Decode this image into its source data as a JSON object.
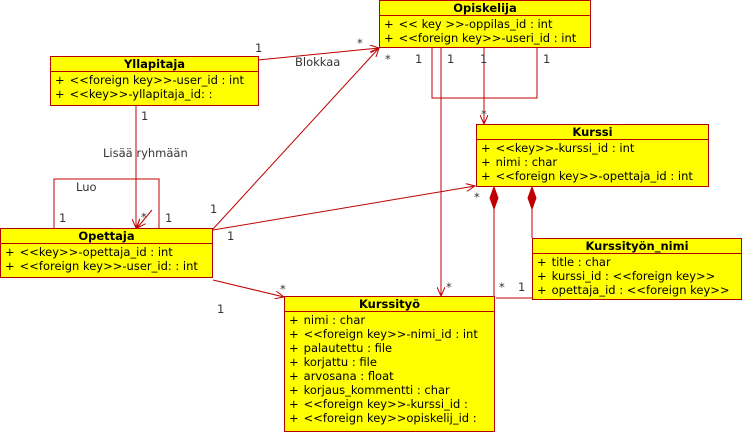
{
  "classes": {
    "opiskelija": {
      "name": "Opiskelija",
      "attributes": [
        "<< key >>-oppilas_id : int",
        "<<foreign key>>-useri_id : int"
      ]
    },
    "yllapitaja": {
      "name": "Yllapitaja",
      "attributes": [
        "<<foreign key>>-user_id : int",
        "<<key>>-yllapitaja_id: :"
      ]
    },
    "kurssi": {
      "name": "Kurssi",
      "attributes": [
        "<<key>>-kurssi_id : int",
        "nimi : char",
        "<<foreign key>>-opettaja_id : int"
      ]
    },
    "opettaja": {
      "name": "Opettaja",
      "attributes": [
        "<<key>>-opettaja_id : int",
        "<<foreign key>>-user_id: : int"
      ]
    },
    "kurssityon_nimi": {
      "name": "Kurssityön_nimi",
      "attributes": [
        "title : char",
        "kurssi_id : <<foreign key>>",
        "opettaja_id : <<foreign key>>"
      ]
    },
    "kurssityo": {
      "name": "Kurssityö",
      "attributes": [
        "nimi : char",
        "<<foreign key>>-nimi_id : int",
        "palautettu : file",
        "korjattu : file",
        "arvosana : float",
        "korjaus_kommentti : char",
        "<<foreign key>>-kurssi_id :",
        "<<foreign key>>opiskelij_id :"
      ]
    }
  },
  "association_labels": {
    "blokkaa": "Blokkaa",
    "lisaa_ryhmaan": "Lisää ryhmään",
    "luo": "Luo"
  },
  "multiplicities": {
    "yl_op_1": "1",
    "yl_op_star": "*",
    "op_star_left": "*",
    "op_1_a": "1",
    "op_1_b": "1",
    "op_1_c": "1",
    "kurssi_star_top": "*",
    "yl_1_down": "1",
    "ope_star_self": "*",
    "ope_1_left": "1",
    "ope_1_right": "1",
    "ope_1_top": "1",
    "ope_1_mid": "1",
    "kurssi_star_bottom": "*",
    "ope_1_low": "1",
    "kty_star_left": "*",
    "kty_star_mid": "*",
    "kty_star_right": "*",
    "kn_1": "1"
  },
  "colors": {
    "fill": "#ffff00",
    "border": "#b40000",
    "line": "#c00000"
  }
}
